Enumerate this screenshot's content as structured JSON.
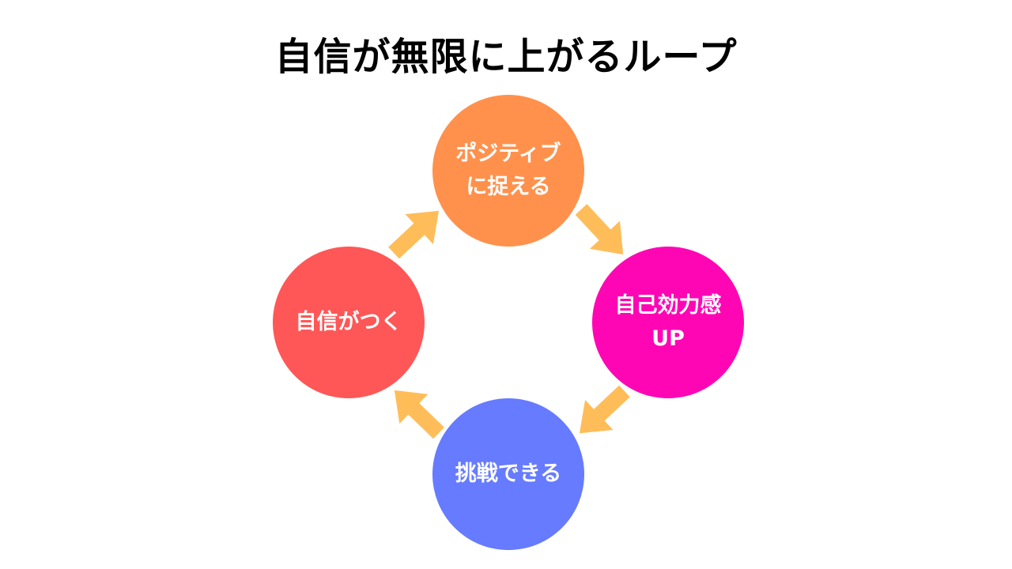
{
  "title": "自信が無限に上がるループ",
  "nodes": [
    {
      "id": "positive",
      "lines": [
        "ポジティブ",
        "に捉える"
      ],
      "color": "#FF914D"
    },
    {
      "id": "self-efficacy",
      "lines": [
        "自己効力感",
        "UP"
      ],
      "color": "#FF06B5"
    },
    {
      "id": "challenge",
      "lines": [
        "挑戦できる"
      ],
      "color": "#667BFF"
    },
    {
      "id": "confidence",
      "lines": [
        "自信がつく"
      ],
      "color": "#FF5757"
    }
  ],
  "arrows": [
    {
      "from": "positive",
      "to": "self-efficacy"
    },
    {
      "from": "self-efficacy",
      "to": "challenge"
    },
    {
      "from": "challenge",
      "to": "confidence"
    },
    {
      "from": "confidence",
      "to": "positive"
    }
  ],
  "arrow_color": "#FFBD59"
}
